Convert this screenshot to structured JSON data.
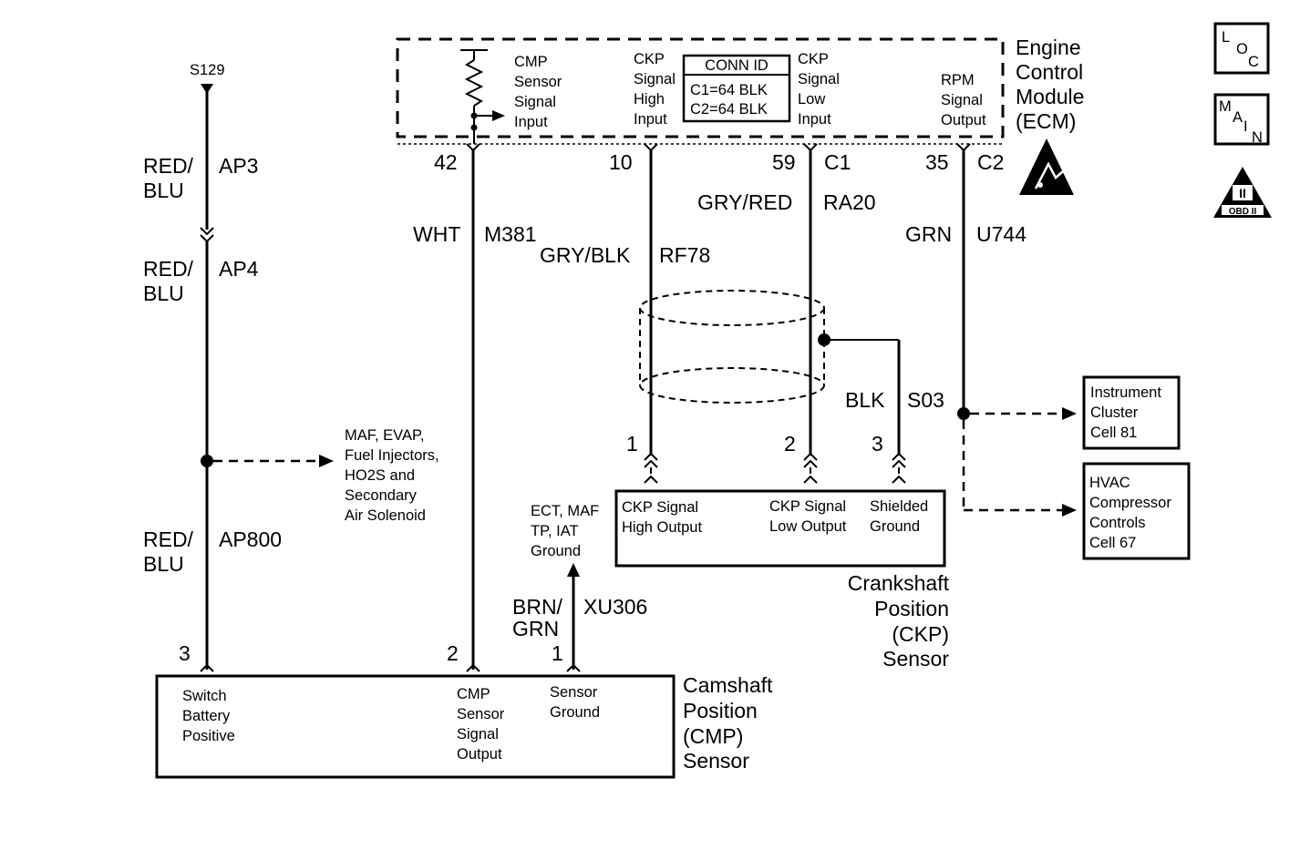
{
  "splice": {
    "id": "S129"
  },
  "wires": {
    "ap3": {
      "color": "RED/ BLU",
      "color_l1": "RED/",
      "color_l2": "BLU",
      "circuit": "AP3"
    },
    "ap4": {
      "color_l1": "RED/",
      "color_l2": "BLU",
      "circuit": "AP4"
    },
    "ap800": {
      "color_l1": "RED/",
      "color_l2": "BLU",
      "circuit": "AP800"
    },
    "m381": {
      "color": "WHT",
      "circuit": "M381"
    },
    "rf78": {
      "color": "GRY/BLK",
      "circuit": "RF78"
    },
    "ra20": {
      "color": "GRY/RED",
      "circuit": "RA20"
    },
    "u744": {
      "color": "GRN",
      "circuit": "U744"
    },
    "s03": {
      "color": "BLK",
      "circuit": "S03"
    },
    "xu306": {
      "color_l1": "BRN/",
      "color_l2": "GRN",
      "circuit": "XU306"
    }
  },
  "ecm": {
    "title_lines": [
      "Engine",
      "Control",
      "Module",
      "(ECM)"
    ],
    "cmp_input": [
      "CMP",
      "Sensor",
      "Signal",
      "Input"
    ],
    "ckp_high": [
      "CKP",
      "Signal",
      "High",
      "Input"
    ],
    "ckp_low": [
      "CKP",
      "Signal",
      "Low",
      "Input"
    ],
    "rpm_out": [
      "RPM",
      "Signal",
      "Output"
    ],
    "conn_id": {
      "title": "CONN ID",
      "c1": "C1=64 BLK",
      "c2": "C2=64 BLK"
    },
    "pins": {
      "cmp": "42",
      "ckp_high": "10",
      "ckp_low": "59",
      "ckp_low_conn": "C1",
      "rpm": "35",
      "rpm_conn": "C2"
    }
  },
  "ckp_sensor": {
    "title_lines": [
      "Crankshaft",
      "Position",
      "(CKP)",
      "Sensor"
    ],
    "pin1": "1",
    "pin2": "2",
    "pin3": "3",
    "label1": [
      "CKP Signal",
      "High Output"
    ],
    "label2": [
      "CKP Signal",
      "Low Output"
    ],
    "label3": [
      "Shielded",
      "Ground"
    ]
  },
  "cmp_sensor": {
    "title_lines": [
      "Camshaft",
      "Position",
      "(CMP)",
      "Sensor"
    ],
    "pin3": "3",
    "pin2": "2",
    "pin1": "1",
    "label3": [
      "Switch",
      "Battery",
      "Positive"
    ],
    "label2": [
      "CMP",
      "Sensor",
      "Signal",
      "Output"
    ],
    "label1": [
      "Sensor",
      "Ground"
    ]
  },
  "refs": {
    "maf_list": [
      "MAF, EVAP,",
      "Fuel Injectors,",
      "HO2S and",
      "Secondary",
      "Air Solenoid"
    ],
    "ground_list": [
      "ECT, MAF",
      "TP, IAT",
      "Ground"
    ],
    "instrument": [
      "Instrument",
      "Cluster",
      "Cell 81"
    ],
    "hvac": [
      "HVAC",
      "Compressor",
      "Controls",
      "Cell 67"
    ]
  },
  "icons": {
    "loc": {
      "chars": [
        "L",
        "O",
        "C"
      ]
    },
    "main": {
      "chars": [
        "M",
        "A",
        "I",
        "N"
      ]
    },
    "obd": {
      "top": "II",
      "bottom": "OBD II"
    }
  }
}
